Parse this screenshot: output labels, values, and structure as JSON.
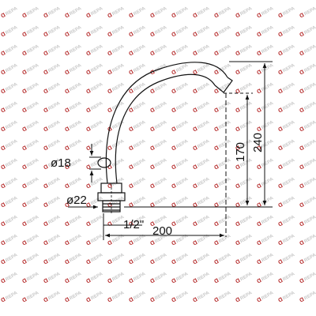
{
  "watermark": {
    "mark": "Ɑ",
    "text": "REPA",
    "color": "#c9c9c9",
    "accent": "#b22222"
  },
  "dimensions": {
    "outlet_diameter": "ø18",
    "base_diameter": "ø22",
    "thread": "1/2\"",
    "reach": "200",
    "spout_height": "170",
    "total_height": "240"
  }
}
